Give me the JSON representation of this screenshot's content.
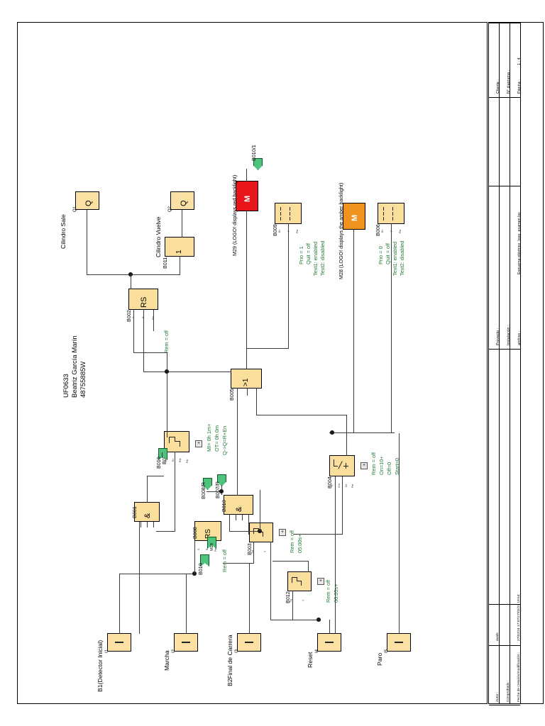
{
  "sheet": {
    "scale": "1 : 4"
  },
  "title_block": {
    "right_fields": [
      {
        "key": "Cliente :",
        "value": ""
      },
      {
        "key": "N° diagrama :",
        "value": ""
      },
      {
        "key": "Página :",
        "value": "1 : 4"
      }
    ],
    "project_fields": [
      {
        "key": "Proyecto :",
        "value": ""
      },
      {
        "key": "Instalación :",
        "value": ""
      },
      {
        "key": "archivo :",
        "value": "Esquema eléctrico_logo_examen.lsc"
      }
    ],
    "author_fields": [
      {
        "key": "Autor :",
        "value": "auale"
      },
      {
        "key": "Comprobado :",
        "value": ""
      },
      {
        "key": "Fecha de creación/modificación :",
        "value": "27/02/24 17:07/27/02/24 19:54"
      }
    ]
  },
  "doc_header": {
    "course": "UF0633",
    "author_name": "Beatriz García Marín",
    "author_id": "48755885W"
  },
  "outputs": [
    {
      "name": "Cilindro Sale",
      "tag": "Q1",
      "symbol": "Q"
    },
    {
      "name": "Cilindro Vuelve",
      "tag": "Q2",
      "symbol": "Q"
    }
  ],
  "message_blocks": [
    {
      "label": "M29 (LOGO! displays red backlight)",
      "symbol": "M",
      "color": "#E8151B",
      "connector": "B010/1"
    },
    {
      "label": "M28 (LOGO! displays the amber backlight)",
      "symbol": "M",
      "color": "#F0921E",
      "connector": ""
    }
  ],
  "text_blocks": [
    {
      "id": "B009",
      "params": [
        "Prio = 1",
        "Quit = off",
        "Text1: enabled",
        "Text2: disabled"
      ],
      "pins": [
        "En",
        "P",
        "Par"
      ]
    },
    {
      "id": "B006",
      "params": [
        "Prio = 0",
        "Quit = off",
        "Text1: enabled",
        "Text2: disabled"
      ],
      "pins": [
        "En",
        "P",
        "Par"
      ]
    }
  ],
  "function_blocks": [
    {
      "id": "B011",
      "symbol": "1",
      "params": [],
      "pins": []
    },
    {
      "id": "B002",
      "symbol": "RS",
      "params": [
        "Rem = off"
      ],
      "pins": [
        "S",
        "R",
        "Par"
      ]
    },
    {
      "id": "B005",
      "symbol": ">1",
      "params": [],
      "pins": []
    },
    {
      "id": "B007",
      "symbol": "timer-onoff",
      "params": [
        "MI=  0h 1m+",
        "OT=   0h 0m",
        "Q->Q=R+En"
      ],
      "pins": [
        "R",
        "En",
        "Ral",
        "Par"
      ]
    },
    {
      "id": "B001",
      "symbol": "&",
      "params": [],
      "pins": []
    },
    {
      "id": "B008",
      "symbol": "RS",
      "params": [
        "Rem = off"
      ],
      "pins": [
        "S",
        "R",
        "Par"
      ]
    },
    {
      "id": "B010",
      "symbol": "&",
      "params": [],
      "pins": []
    },
    {
      "id": "B003",
      "symbol": "timer",
      "params": [
        "Rem = off",
        "05:00s+"
      ],
      "pins": [
        "Trg",
        "T"
      ]
    },
    {
      "id": "B012",
      "symbol": "timer",
      "params": [
        "Rem = off",
        "00:05s+"
      ],
      "pins": [
        "Trg",
        "T"
      ]
    },
    {
      "id": "B004",
      "symbol": "counter",
      "params": [
        "Rem = off",
        "On=10+",
        "Off=0",
        "Start=0"
      ],
      "pins": [
        "R",
        "Cnt",
        "Dir",
        "Par"
      ]
    }
  ],
  "connectors": [
    {
      "id": "B010",
      "kind": "flag"
    },
    {
      "id": "B008/R",
      "kind": "arrow"
    },
    {
      "id": "B007/R",
      "kind": "arrow"
    },
    {
      "id": "B010",
      "kind": "flag"
    },
    {
      "id": "M29",
      "kind": "flag"
    }
  ],
  "inputs": [
    {
      "name": "B1(Detector Inicial)",
      "tag": "I1",
      "symbol": "—"
    },
    {
      "name": "Marcha",
      "tag": "I2",
      "symbol": "—"
    },
    {
      "name": "B2Final de Carrera",
      "tag": "I3",
      "symbol": "—"
    },
    {
      "name": "Reset",
      "tag": "I4",
      "symbol": "—"
    },
    {
      "name": "Paro",
      "tag": "I5",
      "symbol": "—"
    }
  ]
}
